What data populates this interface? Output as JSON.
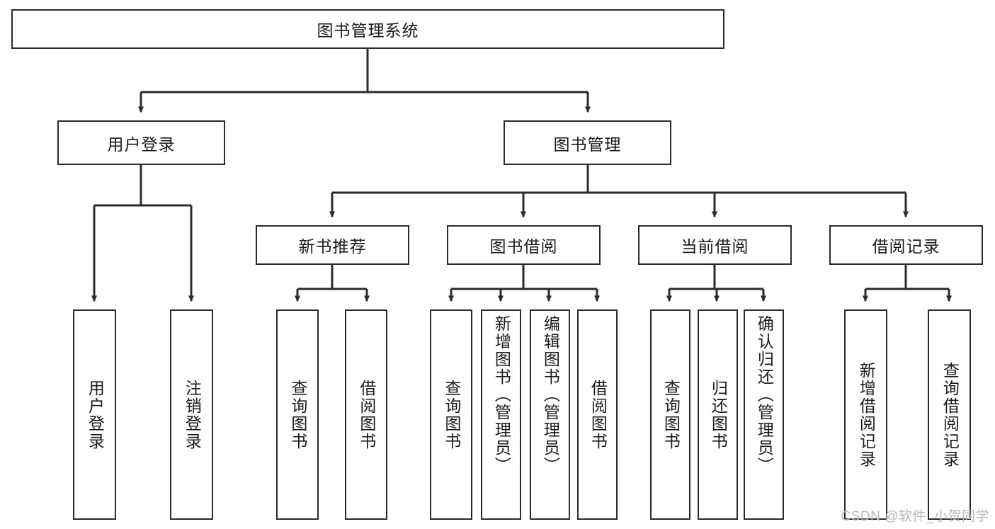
{
  "diagram": {
    "title": "图书管理系统",
    "type": "tree-hierarchy-diagram",
    "colors": {
      "box_border": "#2b2b2b",
      "box_fill": "#ffffff",
      "edge": "#2b2b2b",
      "text": "#1a1a1a",
      "watermark": "#b9b9b9",
      "background": "#ffffff"
    },
    "levels": {
      "root": "图书管理系统",
      "level2": [
        "用户登录",
        "图书管理"
      ],
      "level3": [
        "新书推荐",
        "图书借阅",
        "当前借阅",
        "借阅记录"
      ]
    },
    "nodes": {
      "root": {
        "label": "图书管理系统"
      },
      "user_login": {
        "label": "用户登录"
      },
      "book_manage": {
        "label": "图书管理"
      },
      "new_book_rec": {
        "label": "新书推荐"
      },
      "book_borrow": {
        "label": "图书借阅"
      },
      "current_borrow": {
        "label": "当前借阅"
      },
      "borrow_record": {
        "label": "借阅记录"
      },
      "leaf_user_login": {
        "label": "用户登录"
      },
      "leaf_logout": {
        "label": "注销登录"
      },
      "leaf_query_book_1": {
        "label": "查询图书"
      },
      "leaf_borrow_book_1": {
        "label": "借阅图书"
      },
      "leaf_query_book_2": {
        "label": "查询图书"
      },
      "leaf_add_book": {
        "label": "新增图书（管理员）"
      },
      "leaf_edit_book": {
        "label": "编辑图书（管理员）"
      },
      "leaf_borrow_book_2": {
        "label": "借阅图书"
      },
      "leaf_query_book_3": {
        "label": "查询图书"
      },
      "leaf_return_book": {
        "label": "归还图书"
      },
      "leaf_confirm_return": {
        "label": "确认归还（管理员）"
      },
      "leaf_add_record": {
        "label": "新增借阅记录"
      },
      "leaf_query_record": {
        "label": "查询借阅记录"
      }
    }
  },
  "watermark": {
    "text": "CSDN @软件_小贺同学"
  }
}
